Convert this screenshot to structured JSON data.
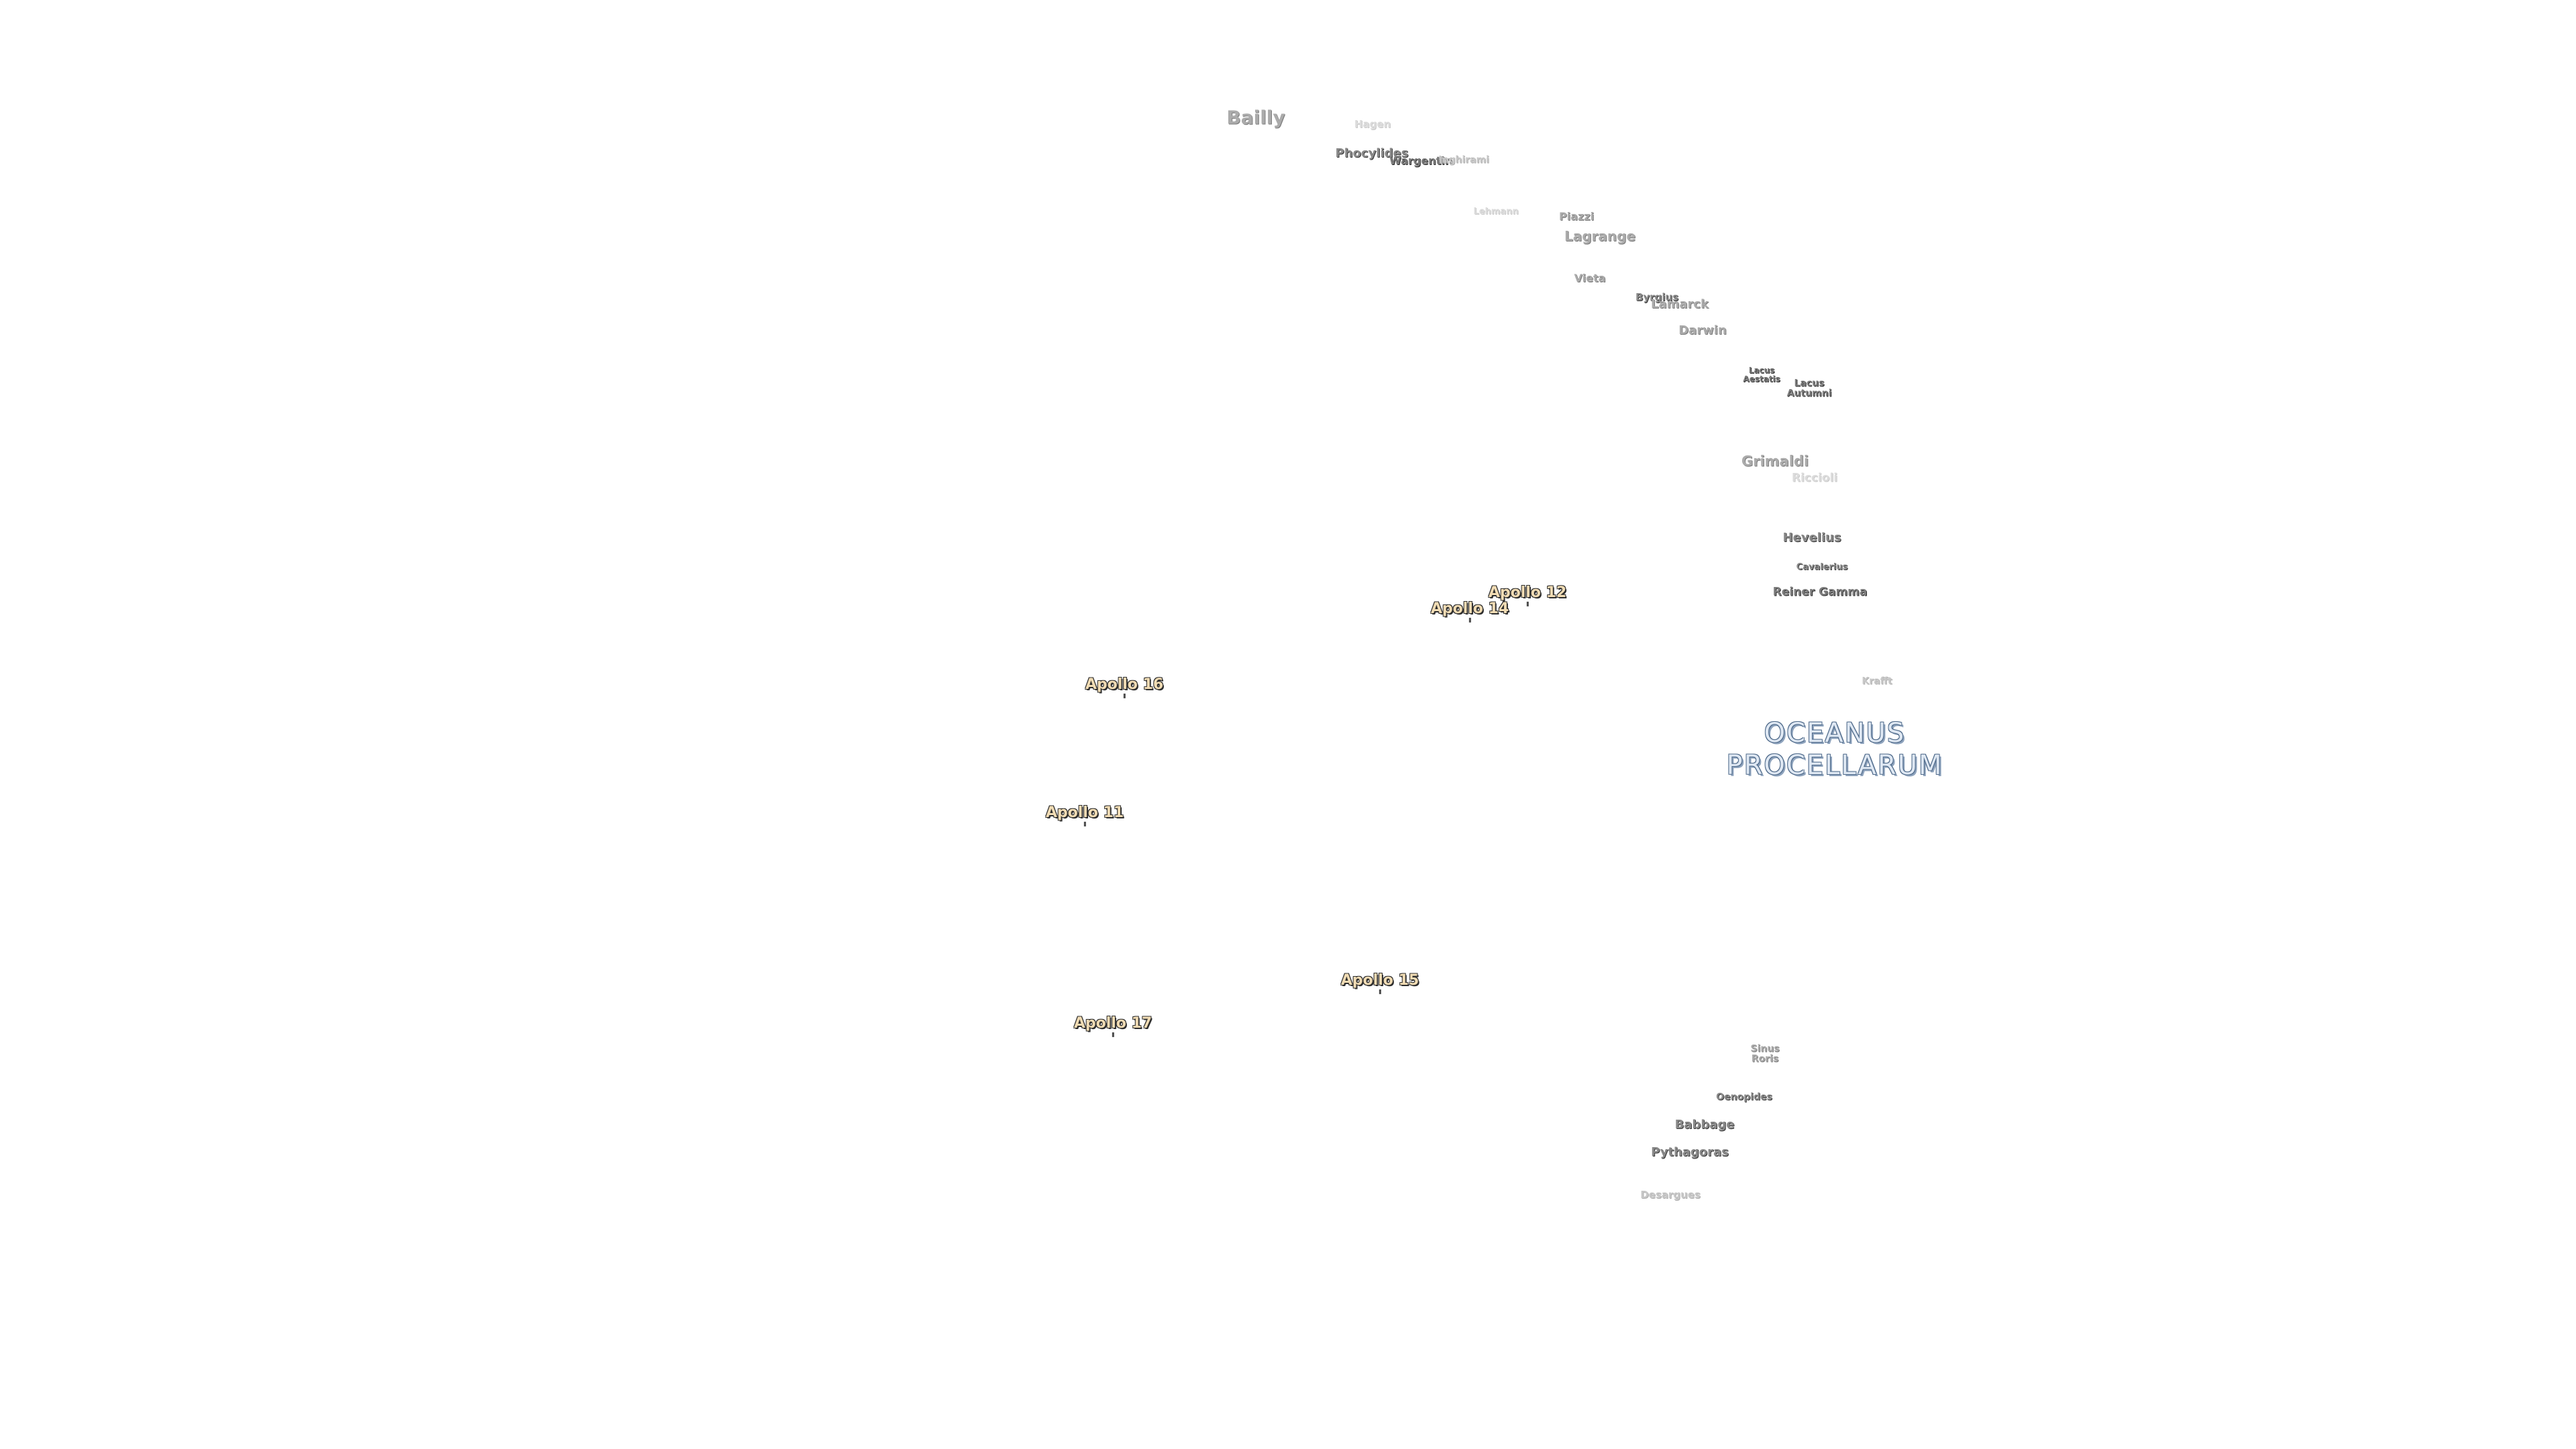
{
  "map": {
    "labels": [
      {
        "text": "Bailly",
        "style": "c-mid",
        "size": 28
      },
      {
        "text": "Hagen",
        "style": "c-faint",
        "size": 15
      },
      {
        "text": "Phocylides",
        "style": "c-dark",
        "size": 18
      },
      {
        "text": "Wargentin",
        "style": "c-blk",
        "size": 16
      },
      {
        "text": "Inghirami",
        "style": "c-light",
        "size": 14
      },
      {
        "text": "Lehmann",
        "style": "c-faint",
        "size": 13
      },
      {
        "text": "Piazzi",
        "style": "c-mid",
        "size": 16
      },
      {
        "text": "Lagrange",
        "style": "c-mid",
        "size": 20
      },
      {
        "text": "Vieta",
        "style": "c-mid",
        "size": 16
      },
      {
        "text": "Byrgius",
        "style": "c-dark",
        "size": 15
      },
      {
        "text": "Lamarck",
        "style": "c-mid",
        "size": 18
      },
      {
        "text": "Darwin",
        "style": "c-mid",
        "size": 18
      },
      {
        "text": "Lacus\nAestatis",
        "style": "c-blk",
        "size": 12
      },
      {
        "text": "Lacus\nAutumni",
        "style": "c-blk",
        "size": 14
      },
      {
        "text": "Grimaldi",
        "style": "c-mid",
        "size": 21
      },
      {
        "text": "Riccioli",
        "style": "c-faint",
        "size": 17
      },
      {
        "text": "Hevelius",
        "style": "c-dark",
        "size": 18
      },
      {
        "text": "Cavalerius",
        "style": "c-dark",
        "size": 13
      },
      {
        "text": "Reiner Gamma",
        "style": "c-blk",
        "size": 17
      },
      {
        "text": "Krafft",
        "style": "c-light",
        "size": 14
      },
      {
        "text": "Sinus\nRoris",
        "style": "c-mid",
        "size": 14
      },
      {
        "text": "Oenopides",
        "style": "c-dark",
        "size": 14
      },
      {
        "text": "Babbage",
        "style": "c-dark",
        "size": 18
      },
      {
        "text": "Pythagoras",
        "style": "c-dark",
        "size": 18
      },
      {
        "text": "Desargues",
        "style": "c-light",
        "size": 15
      }
    ],
    "apollo": [
      {
        "text": "Apollo 12"
      },
      {
        "text": "Apollo 14"
      },
      {
        "text": "Apollo 16"
      },
      {
        "text": "Apollo 11"
      },
      {
        "text": "Apollo 15"
      },
      {
        "text": "Apollo 17"
      }
    ],
    "ocean": {
      "line1": "OCEANUS",
      "line2": "PROCELLARUM"
    }
  }
}
